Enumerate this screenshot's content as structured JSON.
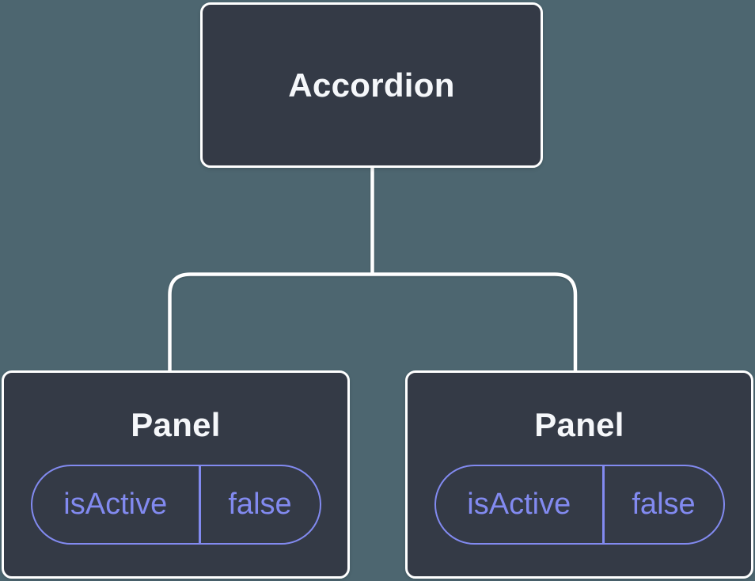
{
  "colors": {
    "background": "#4d6670",
    "node_fill": "#343a46",
    "node_border": "#ffffff",
    "node_text": "#f5f7fa",
    "accent": "#828af0"
  },
  "tree": {
    "root": {
      "label": "Accordion"
    },
    "children": [
      {
        "label": "Panel",
        "state": {
          "name": "isActive",
          "value": "false"
        }
      },
      {
        "label": "Panel",
        "state": {
          "name": "isActive",
          "value": "false"
        }
      }
    ]
  }
}
